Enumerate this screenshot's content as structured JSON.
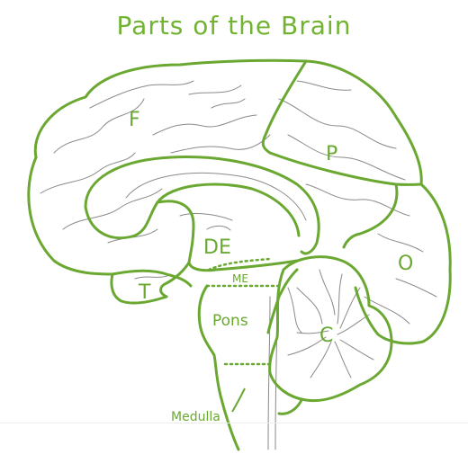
{
  "title": "Parts of the Brain",
  "colors": {
    "outline": "#6aa832",
    "label": "#72b334",
    "pencil": "#777777",
    "background": "#ffffff"
  },
  "labels": {
    "frontal": "F",
    "parietal": "P",
    "occipital": "O",
    "temporal": "T",
    "diencephalon": "DE",
    "midbrain": "ME",
    "pons": "Pons",
    "cerebellum": "C",
    "medulla": "Medulla"
  }
}
